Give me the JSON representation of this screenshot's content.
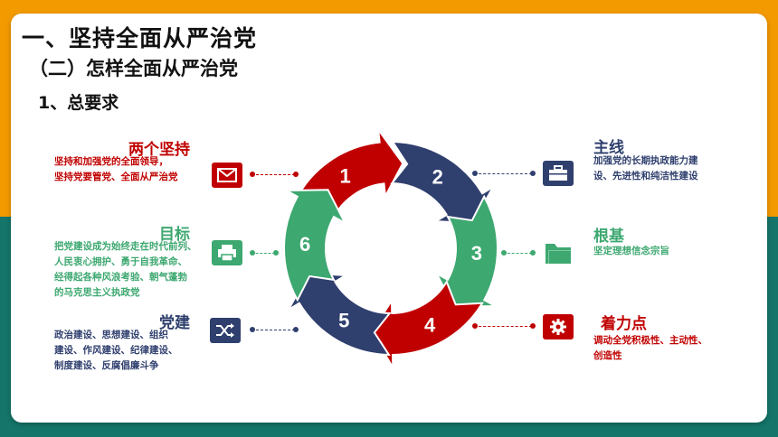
{
  "heading": {
    "h1": "一、坚持全面从严治党",
    "h2": "（二）怎样全面从严治党",
    "h3": "1、总要求"
  },
  "cycle": {
    "numbers": [
      "1",
      "2",
      "3",
      "4",
      "5",
      "6"
    ]
  },
  "items": {
    "liangge": {
      "title": "两个坚持",
      "desc": "坚持和加强党的全面领导，\n坚持党要管党、全面从严治党",
      "icon": "mail-icon",
      "color": "#C00000"
    },
    "mubiao": {
      "title": "目标",
      "desc": "把党建设成为始终走在时代前列、\n人民衷心拥护、勇于自我革命、\n经得起各种风浪考验、朝气蓬勃\n的马克思主义执政党",
      "icon": "printer-icon",
      "color": "#3DA870"
    },
    "dangjian": {
      "title": "党建",
      "desc": "政治建设、思想建设、组织\n建设、作风建设、纪律建设、\n制度建设、反腐倡廉斗争",
      "icon": "shuffle-icon",
      "color": "#2F3F6E"
    },
    "zhuxian": {
      "title": "主线",
      "desc": "加强党的长期执政能力建\n设、先进性和纯洁性建设",
      "icon": "briefcase-icon",
      "color": "#2F3F6E"
    },
    "genji": {
      "title": "根基",
      "desc": "坚定理想信念宗旨",
      "icon": "folder-icon",
      "color": "#3DA870"
    },
    "zhuolidian": {
      "title": "着力点",
      "desc": "调动全党积极性、主动性、\n创造性",
      "icon": "gear-icon",
      "color": "#C00000"
    }
  }
}
